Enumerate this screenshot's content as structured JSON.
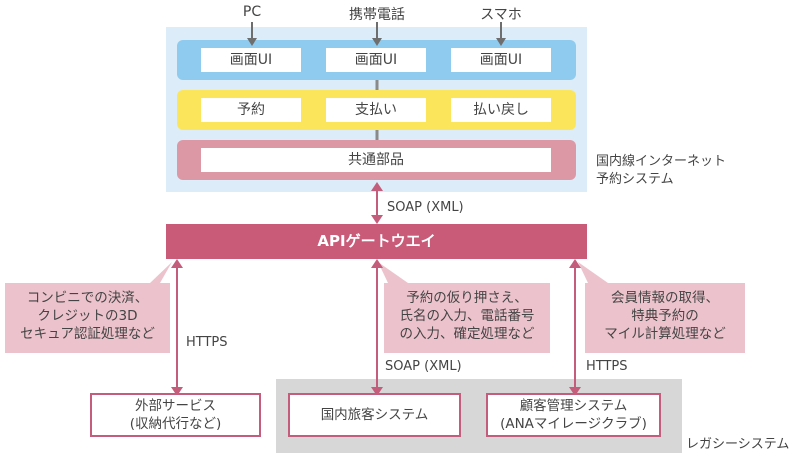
{
  "clients": [
    "PC",
    "携帯電話",
    "スマホ"
  ],
  "layers": {
    "ui": [
      "画面UI",
      "画面UI",
      "画面UI"
    ],
    "business": [
      "予約",
      "支払い",
      "払い戻し"
    ],
    "common": "共通部品"
  },
  "system_label": [
    "国内線インターネット",
    "予約システム"
  ],
  "api_gateway": "APIゲートウエイ",
  "protocols": {
    "top": "SOAP (XML)",
    "left": "HTTPS",
    "center": "SOAP (XML)",
    "right": "HTTPS"
  },
  "callouts": {
    "left": [
      "コンビニでの決済、",
      "クレジットの3D",
      "セキュア認証処理など"
    ],
    "center": [
      "予約の仮り押さえ、",
      "氏名の入力、電話番号",
      "の入力、確定処理など"
    ],
    "right": [
      "会員情報の取得、",
      "特典予約の",
      "マイル計算処理など"
    ]
  },
  "backends": {
    "external": [
      "外部サービス",
      "(収納代行など)"
    ],
    "domestic": [
      "国内旅客システム"
    ],
    "customer": [
      "顧客管理システム",
      "(ANAマイレージクラブ)"
    ]
  },
  "legacy_label": "レガシーシステム",
  "colors": {
    "ui_band": "#8ecbee",
    "business_band": "#fbe65b",
    "common_band": "#dc98a5",
    "system_bg": "#dcecf8",
    "api_gateway": "#c95a78",
    "callout": "#ecc3cc",
    "legacy_bg": "#d7d7d7",
    "box_border": "#c45c7c"
  }
}
